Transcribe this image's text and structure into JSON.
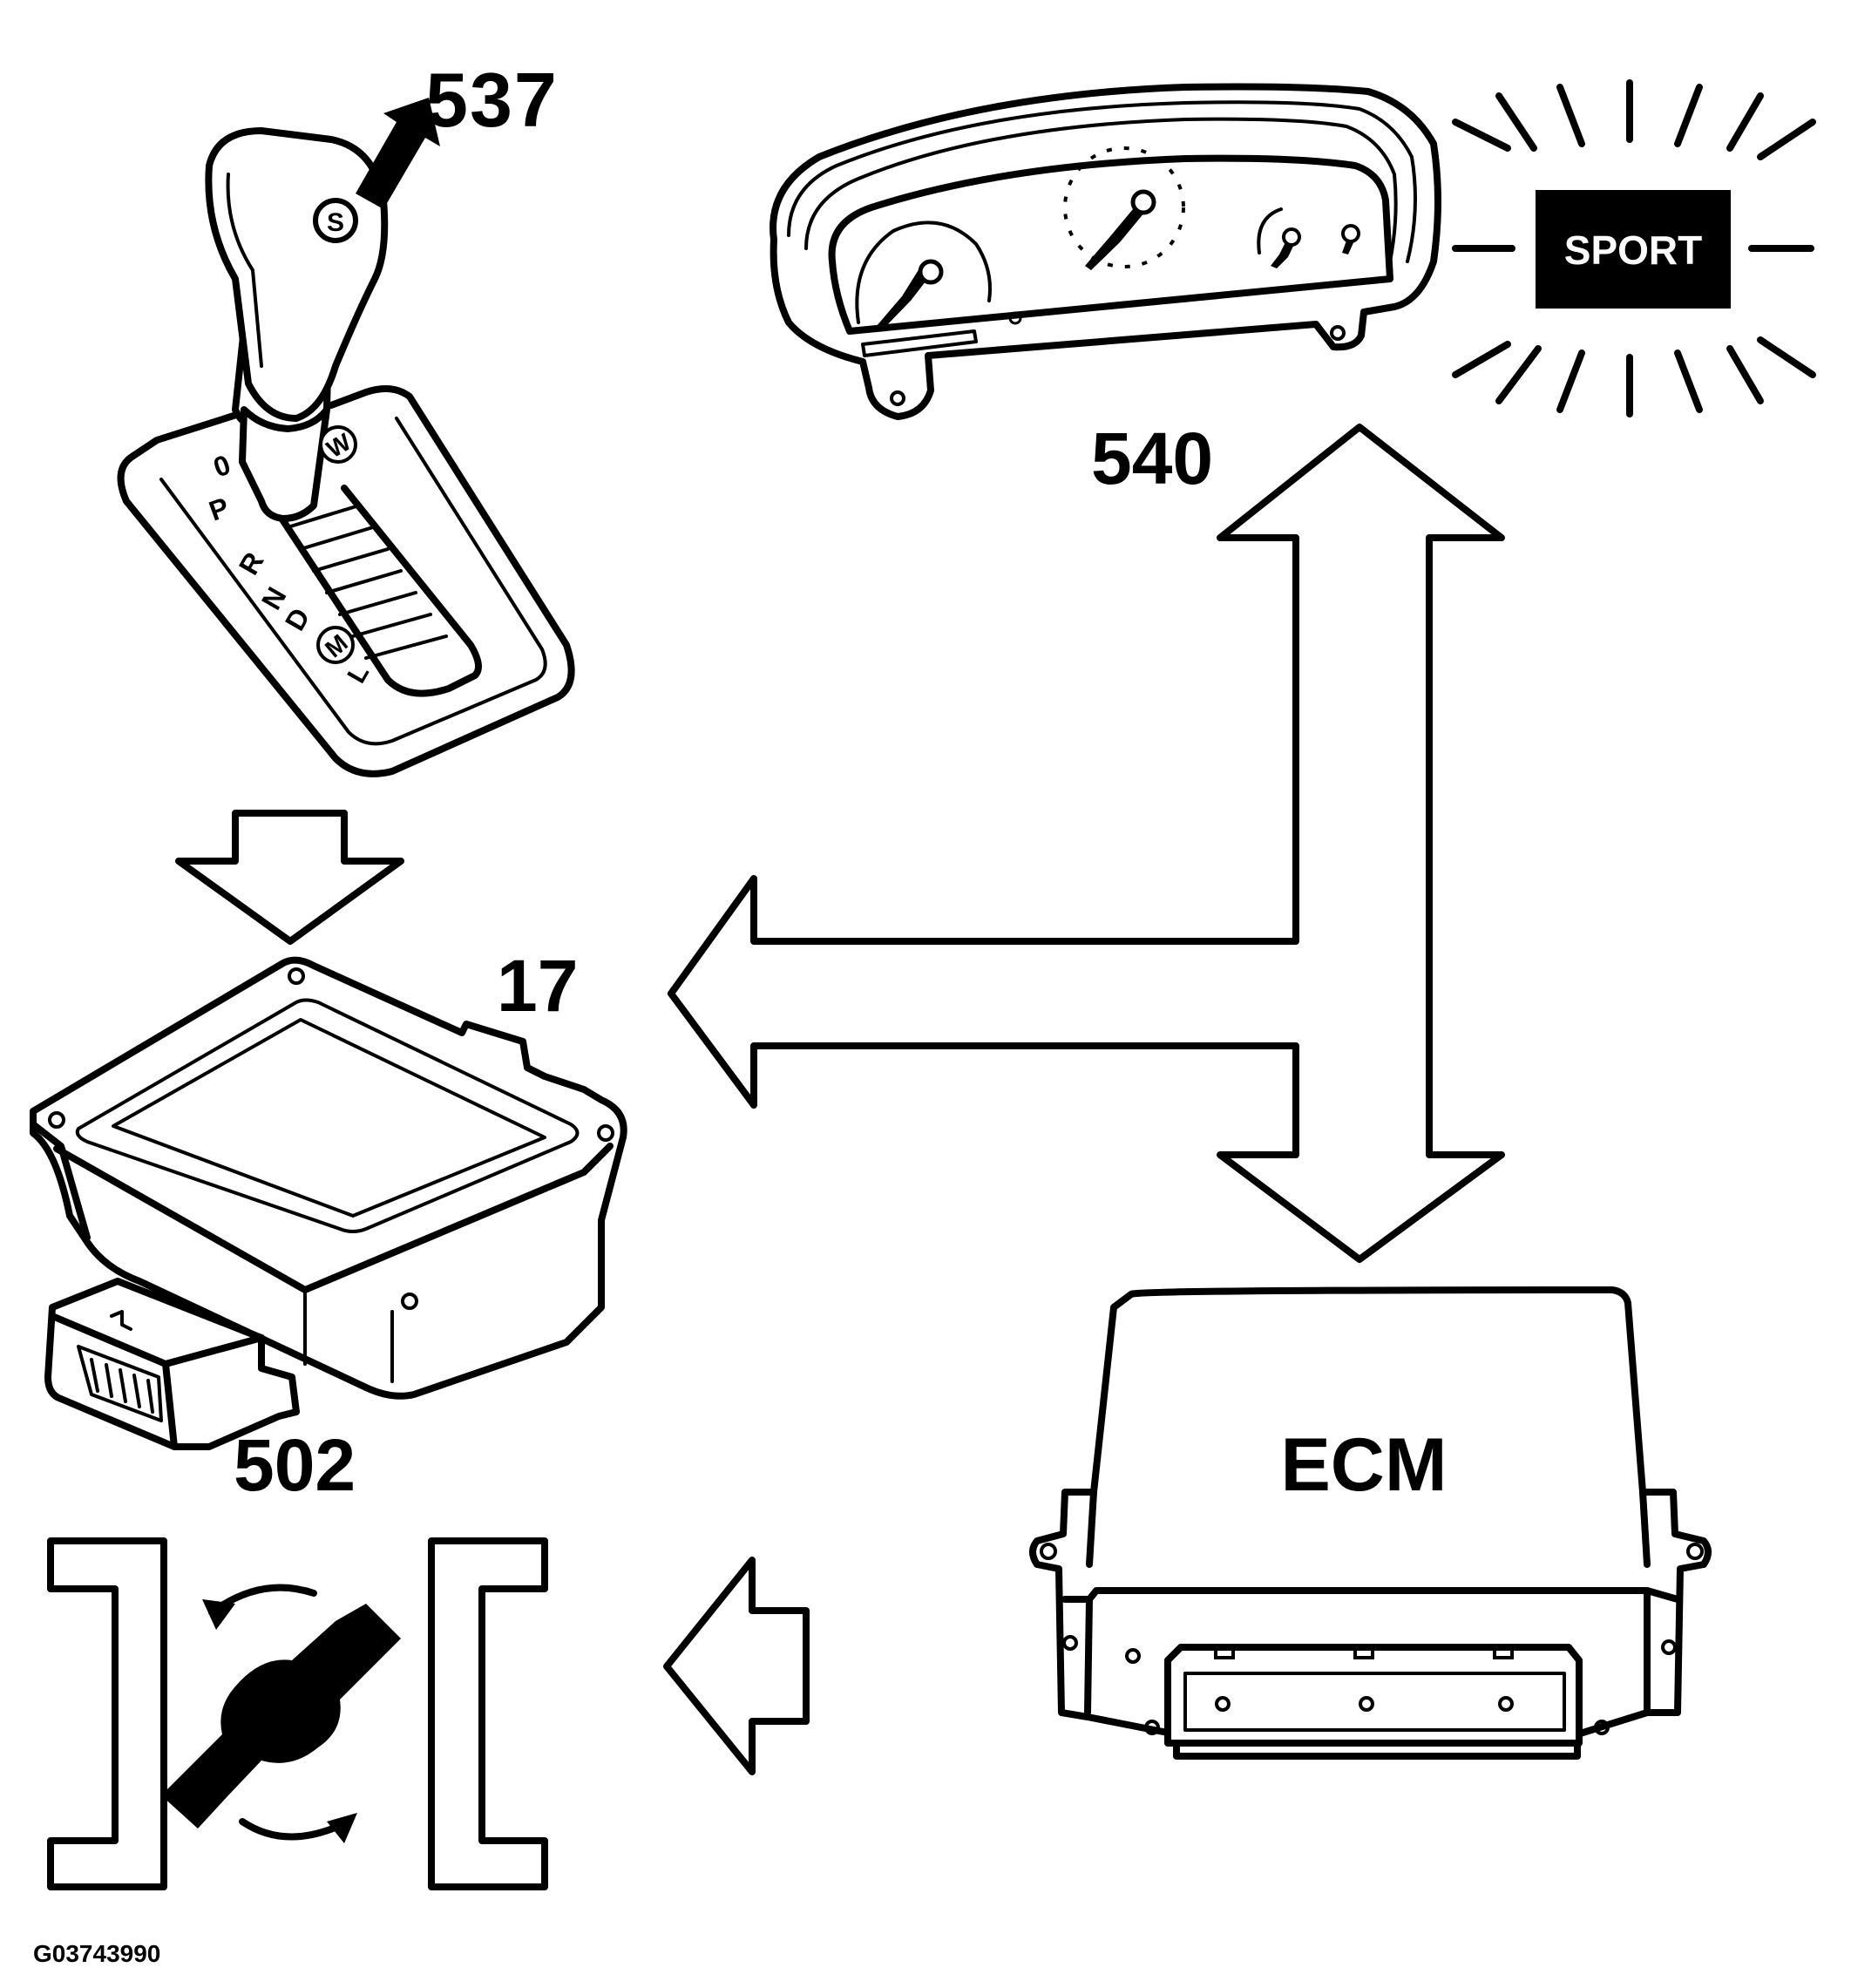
{
  "labels": {
    "shifter": "537",
    "cluster": "540",
    "tcm": "17",
    "connector": "502",
    "ecm": "ECM",
    "sport": "SPORT",
    "figure_id": "G03743990"
  },
  "shifter_markings": {
    "button": "S",
    "gates": [
      "P",
      "R",
      "N",
      "D",
      "M",
      "L"
    ],
    "winter": "W",
    "zero": "0"
  },
  "icons": [
    "gear-selector-icon",
    "instrument-cluster-icon",
    "sport-indicator-icon",
    "tcm-module-icon",
    "ecm-module-icon",
    "throttle-valve-icon"
  ],
  "colors": {
    "line": "#000000",
    "background": "#ffffff",
    "sport_box": "#000000",
    "sport_text": "#ffffff"
  }
}
